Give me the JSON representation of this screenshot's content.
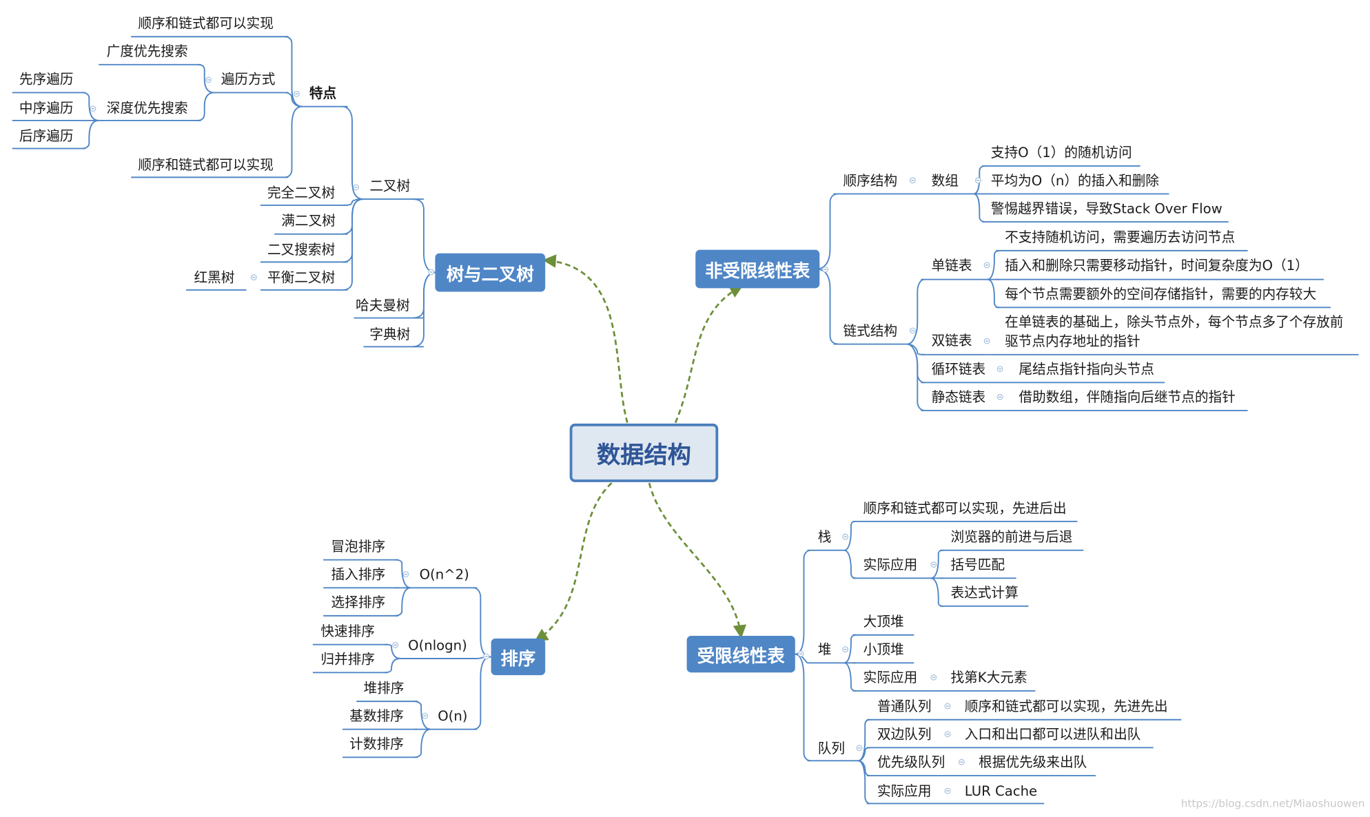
{
  "root": "数据结构",
  "topics": {
    "tree": "树与二叉树",
    "nonrestricted": "非受限线性表",
    "sort": "排序",
    "restricted": "受限线性表"
  },
  "tree": {
    "binary_tree": "二叉树",
    "features": "特点",
    "f_seq_link_1": "顺序和链式都可以实现",
    "traversal": "遍历方式",
    "bfs": "广度优先搜索",
    "dfs": "深度优先搜索",
    "preorder": "先序遍历",
    "inorder": "中序遍历",
    "postorder": "后序遍历",
    "f_seq_link_2": "顺序和链式都可以实现",
    "complete": "完全二叉树",
    "full": "满二叉树",
    "bst": "二叉搜索树",
    "balanced": "平衡二叉树",
    "redblack": "红黑树",
    "huffman": "哈夫曼树",
    "trie": "字典树"
  },
  "nonrestricted": {
    "sequential": "顺序结构",
    "array": "数组",
    "array_1": "支持O（1）的随机访问",
    "array_2": "平均为O（n）的插入和删除",
    "array_3": "警惕越界错误，导致Stack Over Flow",
    "linked": "链式结构",
    "single": "单链表",
    "single_1": "不支持随机访问，需要遍历去访问节点",
    "single_2": "插入和删除只需要移动指针，时间复杂度为O（1）",
    "single_3": "每个节点需要额外的空间存储指针，需要的内存较大",
    "double": "双链表",
    "double_1": "在单链表的基础上，除头节点外，每个节点多了个存放前驱节点内存地址的指针",
    "circular": "循环链表",
    "circular_1": "尾结点指针指向头节点",
    "static": "静态链表",
    "static_1": "借助数组，伴随指向后继节点的指针"
  },
  "sort": {
    "on2": "O(n^2)",
    "bubble": "冒泡排序",
    "insertion": "插入排序",
    "selection": "选择排序",
    "onlogn": "O(nlogn)",
    "quick": "快速排序",
    "merge": "归并排序",
    "on": "O(n)",
    "heap": "堆排序",
    "radix": "基数排序",
    "counting": "计数排序"
  },
  "restricted": {
    "stack": "栈",
    "stack_1": "顺序和链式都可以实现，先进后出",
    "stack_app": "实际应用",
    "stack_app_1": "浏览器的前进与后退",
    "stack_app_2": "括号匹配",
    "stack_app_3": "表达式计算",
    "heap": "堆",
    "maxheap": "大顶堆",
    "minheap": "小顶堆",
    "heap_app": "实际应用",
    "heap_app_1": "找第K大元素",
    "queue": "队列",
    "normal_q": "普通队列",
    "normal_q_1": "顺序和链式都可以实现，先进先出",
    "deque": "双边队列",
    "deque_1": "入口和出口都可以进队和出队",
    "priority_q": "优先级队列",
    "priority_q_1": "根据优先级来出队",
    "queue_app": "实际应用",
    "queue_app_1": "LUR Cache"
  },
  "watermark": "https://blog.csdn.net/Miaoshuowen",
  "colors": {
    "line": "#4f86c6",
    "topic_fill": "#4f86c6",
    "center_fill": "#dfe7f1",
    "center_border": "#4a7ebb",
    "arrow": "#6e8f3a"
  }
}
